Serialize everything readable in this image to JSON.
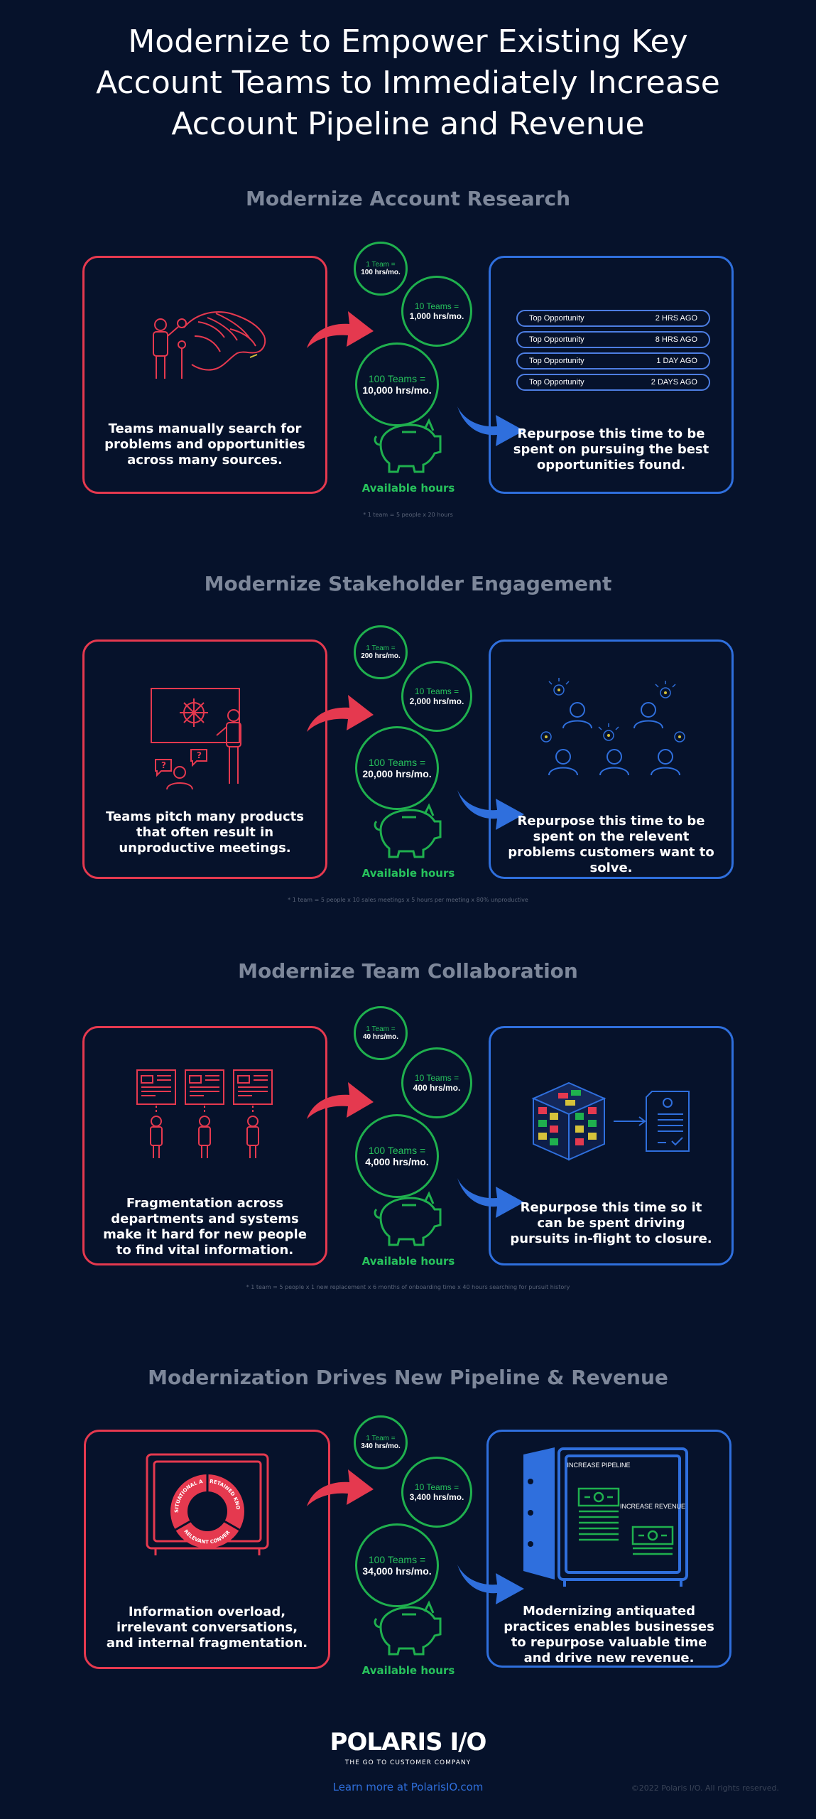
{
  "main_title": "Modernize to Empower Existing Key Account Teams to Immediately Increase Account Pipeline and Revenue",
  "available_label": "Available hours",
  "sections": [
    {
      "title": "Modernize Account Research",
      "left_text": "Teams manually search for problems and opportunities across many sources.",
      "right_text": "Repurpose this time to be spent on pursuing the best opportunities found.",
      "circles": [
        {
          "label": "1 Team =",
          "value": "100 hrs/mo."
        },
        {
          "label": "10 Teams =",
          "value": "1,000 hrs/mo."
        },
        {
          "label": "100 Teams =",
          "value": "10,000 hrs/mo."
        }
      ],
      "footnote": "* 1 team = 5 people x 20 hours",
      "opportunities": [
        {
          "name": "Top Opportunity",
          "time": "2 HRS AGO"
        },
        {
          "name": "Top Opportunity",
          "time": "8 HRS AGO"
        },
        {
          "name": "Top Opportunity",
          "time": "1 DAY AGO"
        },
        {
          "name": "Top Opportunity",
          "time": "2 DAYS AGO"
        }
      ]
    },
    {
      "title": "Modernize Stakeholder Engagement",
      "left_text": "Teams pitch many products that often result in unproductive meetings.",
      "right_text": "Repurpose this time to be spent on the relevent problems customers want to solve.",
      "circles": [
        {
          "label": "1 Team =",
          "value": "200 hrs/mo."
        },
        {
          "label": "10 Teams =",
          "value": "2,000 hrs/mo."
        },
        {
          "label": "100 Teams =",
          "value": "20,000 hrs/mo."
        }
      ],
      "footnote": "* 1 team = 5 people x 10 sales meetings x 5 hours per meeting x 80% unproductive"
    },
    {
      "title": "Modernize Team Collaboration",
      "left_text": "Fragmentation across departments and systems make it hard for new people to find vital information.",
      "right_text": "Repurpose this time so it can be spent driving pursuits in-flight to closure.",
      "circles": [
        {
          "label": "1 Team =",
          "value": "40 hrs/mo."
        },
        {
          "label": "10 Teams =",
          "value": "400 hrs/mo."
        },
        {
          "label": "100 Teams =",
          "value": "4,000 hrs/mo."
        }
      ],
      "footnote": "* 1 team = 5 people x 1 new replacement x 6 months of onboarding time x 40 hours searching for pursuit history"
    },
    {
      "title": "Modernization Drives New Pipeline & Revenue",
      "left_text": "Information overload, irrelevant conversations, and internal fragmentation.",
      "right_text": "Modernizing antiquated practices enables businesses to repurpose valuable time and drive new revenue.",
      "circles": [
        {
          "label": "1 Team =",
          "value": "340 hrs/mo."
        },
        {
          "label": "10 Teams =",
          "value": "3,400 hrs/mo."
        },
        {
          "label": "100 Teams =",
          "value": "34,000 hrs/mo."
        }
      ],
      "safe_labels": [
        "SITUATIONAL AWARENESS",
        "RETAINED KNOWLEDGE",
        "RELEVANT CONVERSATIONS"
      ],
      "vault_labels": {
        "pipeline": "INCREASE PIPELINE",
        "revenue": "INCREASE REVENUE"
      }
    }
  ],
  "footer": {
    "logo": "POLARIS I/O",
    "tagline": "THE GO TO CUSTOMER COMPANY",
    "learn_more": "Learn more at PolarisIO.com",
    "copyright": "©2022 Polaris I/O. All rights reserved."
  },
  "colors": {
    "background": "#06122b",
    "red": "#e5394f",
    "blue": "#2f6fdd",
    "green": "#1fb04e",
    "section_title": "#7d879a"
  }
}
